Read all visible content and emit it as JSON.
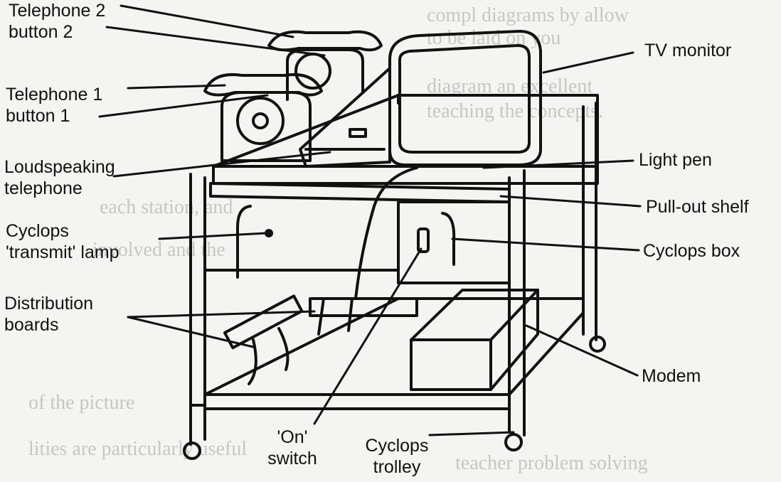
{
  "colors": {
    "ink": "#111111",
    "paper": "#f4f4f2",
    "ghost_text": "#c7c7c2"
  },
  "labels": {
    "telephone_2": "Telephone 2",
    "button_2": "button 2",
    "telephone_1": "Telephone 1",
    "button_1": "button 1",
    "loudspeaking_1": "Loudspeaking",
    "loudspeaking_2": "telephone",
    "cyclops_lamp_1": "Cyclops",
    "cyclops_lamp_2": "'transmit' lamp",
    "distribution_1": "Distribution",
    "distribution_2": "boards",
    "on_switch_1": "'On'",
    "on_switch_2": "switch",
    "trolley_1": "Cyclops",
    "trolley_2": "trolley",
    "tv_monitor": "TV monitor",
    "light_pen": "Light pen",
    "pull_out_shelf": "Pull-out shelf",
    "cyclops_box": "Cyclops box",
    "modem": "Modem"
  }
}
